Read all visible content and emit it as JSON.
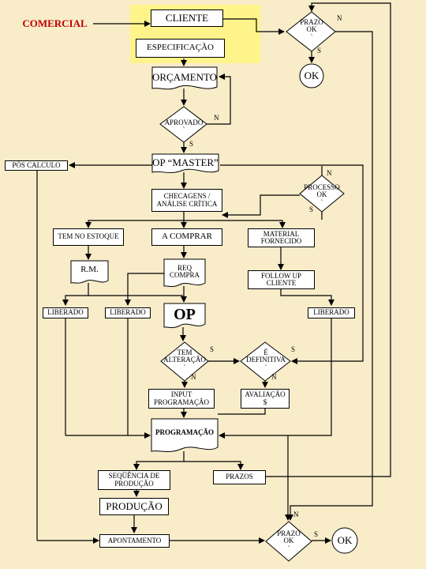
{
  "colors": {
    "background": "#f8ecc9",
    "highlight": "#fff48a",
    "label_red": "#c00000"
  },
  "comercial": "COMERCIAL",
  "cliente": "CLIENTE",
  "especificacao": "ESPECIFICAÇÃO",
  "prazo_top": {
    "line1": "PRAZO",
    "line2": "OK"
  },
  "ok_top": "OK",
  "orcamento": "ORÇAMENTO",
  "aprovado": "APROVADO",
  "pos_calculo": "PÓS CALCULO",
  "op_master": "OP “MASTER”",
  "checagens": {
    "line1": "CHECAGENS /",
    "line2": "ANÁLISE CRÍTICA"
  },
  "processo_ok": {
    "line1": "PROCESSO",
    "line2": "OK"
  },
  "tem_no_estoque": "TEM NO ESTOQUE",
  "a_comprar": "A COMPRAR",
  "material_fornecido": {
    "line1": "MATERIAL",
    "line2": "FORNECIDO"
  },
  "rm": "R.M.",
  "req_compra": {
    "line1": "REQ",
    "line2": "COMPRA"
  },
  "follow_up": {
    "line1": "FOLLOW UP",
    "line2": "CLIENTE"
  },
  "liberado": "LIBERADO",
  "op": "OP",
  "tem_alteracao": {
    "line1": "TEM",
    "line2": "ALTERAÇÃO"
  },
  "e_definitiva": {
    "line1": "É",
    "line2": "DEFINITIVA"
  },
  "input_programacao": {
    "line1": "INPUT",
    "line2": "PROGRAMAÇÃO"
  },
  "avaliacao": {
    "line1": "AVALIAÇÃO",
    "line2": "$"
  },
  "programacao": "PROGRAMAÇÃO",
  "sequencia": {
    "line1": "SEQÜÊNCIA DE",
    "line2": "PRODUÇÃO"
  },
  "prazos": "PRAZOS",
  "producao": "PRODUÇÃO",
  "apontamento": "APONTAMENTO",
  "prazo_bottom": {
    "line1": "PRAZO",
    "line2": "OK"
  },
  "ok_bottom": "OK",
  "dots": "`",
  "yes": "S",
  "no": "N"
}
